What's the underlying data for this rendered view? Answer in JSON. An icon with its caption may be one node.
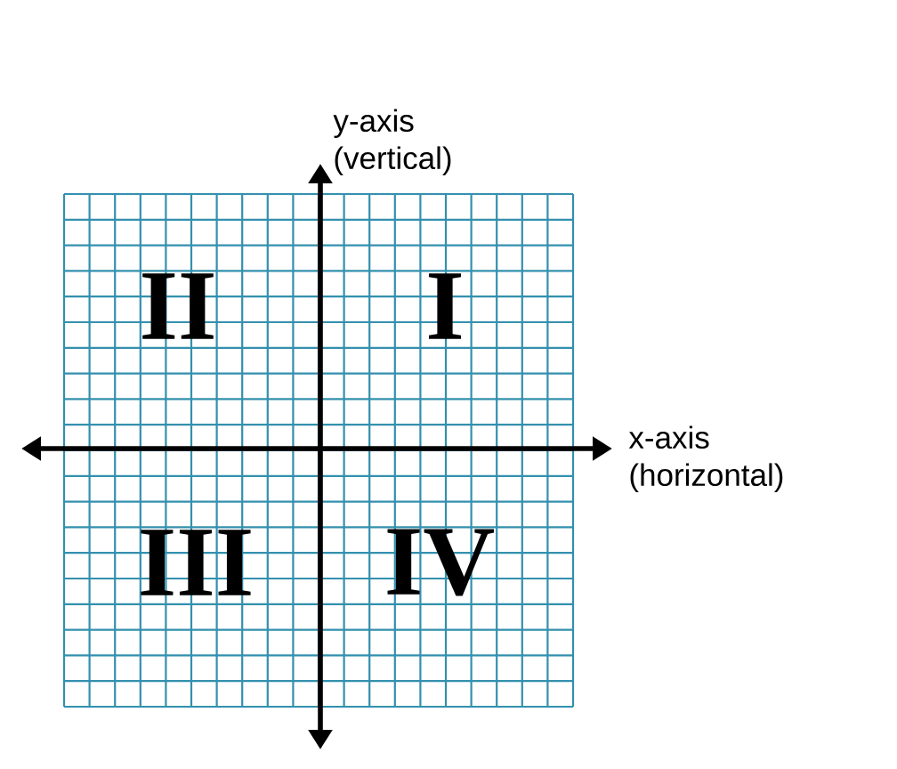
{
  "diagram": {
    "labels": [
      "y-axis (vertical)",
      "II",
      "I",
      "x-axis (horizontal)",
      "III",
      "IV"
    ]
  }
}
